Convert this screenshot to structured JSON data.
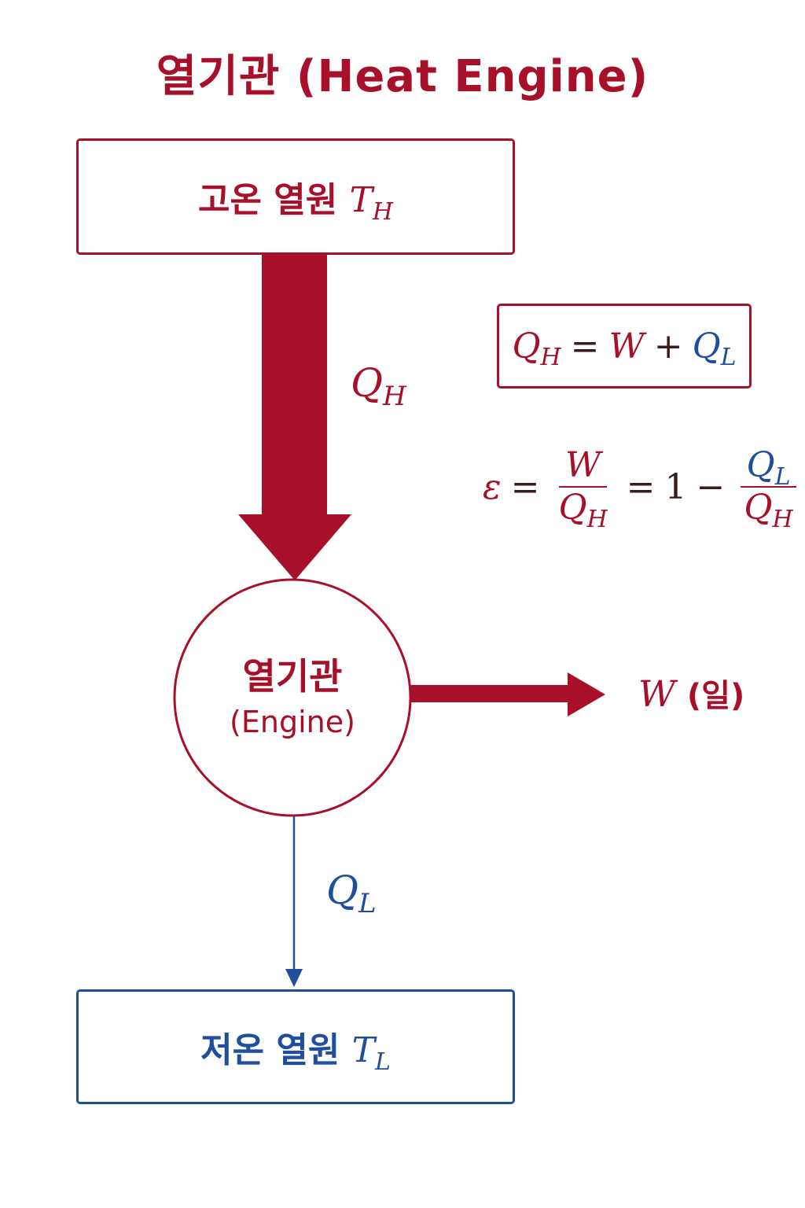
{
  "title": "열기관 (Heat Engine)",
  "hot_reservoir": {
    "label": "고온 열원",
    "symbol": "T",
    "subscript": "H"
  },
  "cold_reservoir": {
    "label": "저온 열원",
    "symbol": "T",
    "subscript": "L"
  },
  "engine": {
    "label_ko": "열기관",
    "label_en": "(Engine)"
  },
  "heat_in": {
    "symbol": "Q",
    "subscript": "H"
  },
  "heat_out": {
    "symbol": "Q",
    "subscript": "L"
  },
  "work": {
    "symbol": "W",
    "label": "(일)"
  },
  "energy_equation": {
    "lhs_symbol": "Q",
    "lhs_sub": "H",
    "equals": "=",
    "w": "W",
    "plus": "+",
    "rhs_symbol": "Q",
    "rhs_sub": "L"
  },
  "efficiency_equation": {
    "epsilon": "ε",
    "equals1": "=",
    "frac1_num": "W",
    "frac1_den_symbol": "Q",
    "frac1_den_sub": "H",
    "equals2": "=",
    "one": "1",
    "minus": "−",
    "frac2_num_symbol": "Q",
    "frac2_num_sub": "L",
    "frac2_den_symbol": "Q",
    "frac2_den_sub": "H"
  },
  "colors": {
    "hot": "#a8102a",
    "cold": "#1f4e9c",
    "text_dark": "#3a1a1a"
  }
}
